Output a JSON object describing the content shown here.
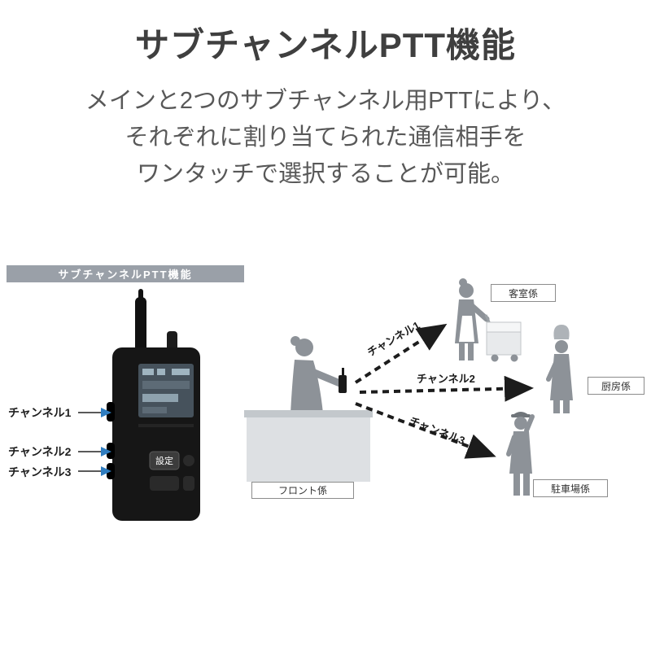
{
  "page": {
    "title": "サブチャンネルPTT機能",
    "description_lines": [
      "メインと2つのサブチャンネル用PTTにより、",
      "それぞれに割り当てられた通信相手を",
      "ワンタッチで選択することが可能。"
    ]
  },
  "radio_panel": {
    "header": "サブチャンネルPTT機能",
    "channel_labels": [
      "チャンネル1",
      "チャンネル2",
      "チャンネル3"
    ],
    "settings_button_label": "設定"
  },
  "diagram": {
    "front_desk_label": "フロント係",
    "channels": [
      {
        "arrow_label": "チャンネル1",
        "target_label": "客室係"
      },
      {
        "arrow_label": "チャンネル2",
        "target_label": "厨房係"
      },
      {
        "arrow_label": "チャンネル3",
        "target_label": "駐車場係"
      }
    ]
  },
  "colors": {
    "title_text": "#3f3f3f",
    "body_text": "#585858",
    "panel_header_bg": "#9aa0a8",
    "accent_blue": "#2f7dc0",
    "silhouette_gray": "#8d9298",
    "desk_gray": "#dde0e3",
    "arrow_black": "#1c1c1c"
  }
}
